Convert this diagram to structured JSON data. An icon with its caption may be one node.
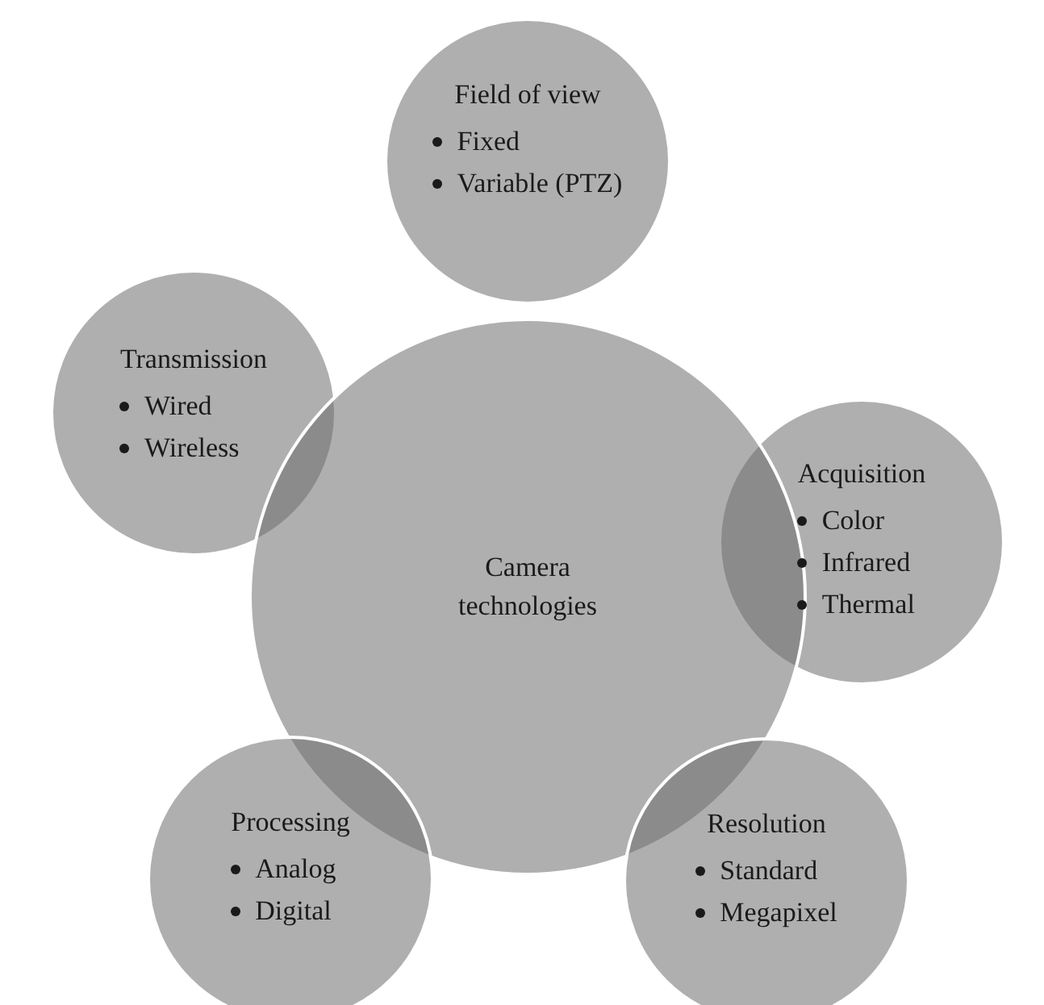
{
  "diagram": {
    "nodes": [
      {
        "text": [
          "Field of view",
          "Fixed",
          "Variable (PTZ)"
        ]
      },
      {
        "text": [
          "Transmission",
          "Wired",
          "Wireless"
        ]
      },
      {
        "text": [
          "Acquisition",
          "Color",
          "Infrared",
          "Thermal"
        ]
      },
      {
        "text": [
          "Camera technologies"
        ]
      },
      {
        "text": [
          "Processing",
          "Analog",
          "Digital"
        ]
      },
      {
        "text": [
          "Resolution",
          "Standard",
          "Megapixel"
        ]
      }
    ]
  }
}
